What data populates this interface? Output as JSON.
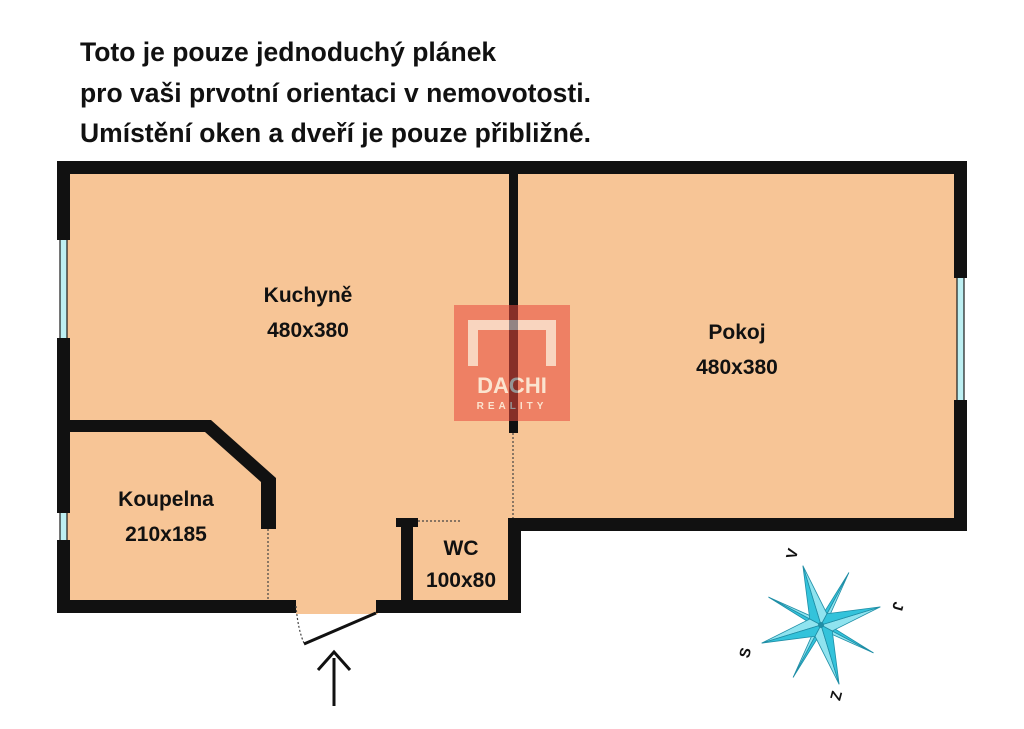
{
  "notice": {
    "line1": "Toto je pouze jednoduchý plánek",
    "line2": "pro vaši prvotní orientaci v nemovotosti.",
    "line3": "Umístění oken a dveří je pouze přibližné."
  },
  "rooms": {
    "kitchen": {
      "name": "Kuchyně",
      "size": "480x380"
    },
    "room": {
      "name": "Pokoj",
      "size": "480x380"
    },
    "bathroom": {
      "name": "Koupelna",
      "size": "210x185"
    },
    "wc": {
      "name": "WC",
      "size": "100x80"
    }
  },
  "watermark": {
    "brand": "DACHI",
    "tagline": "REALITY"
  },
  "compass": {
    "north": "S",
    "south": "J",
    "east": "V",
    "west": "Z"
  },
  "colors": {
    "floor": "#F7C596",
    "wall": "#111111",
    "window": "#BDEFF2",
    "compass": "#33C3DB",
    "watermark": "#E8483C"
  }
}
